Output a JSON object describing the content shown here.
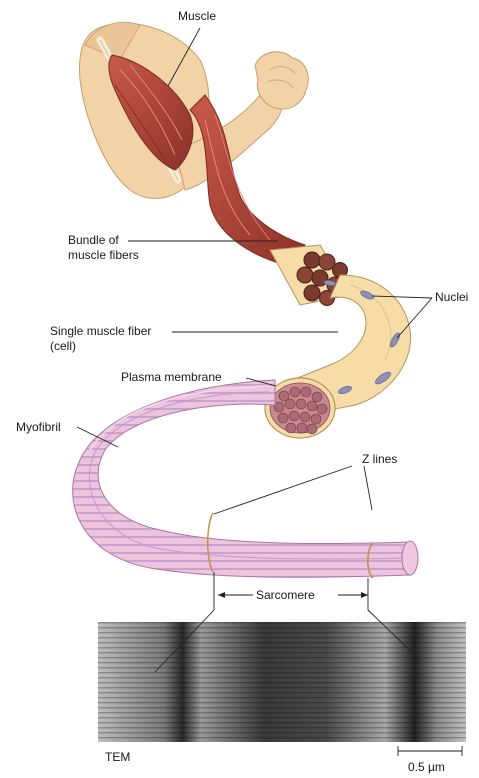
{
  "labels": {
    "muscle": "Muscle",
    "bundle_line1": "Bundle of",
    "bundle_line2": "muscle fibers",
    "fiber_line1": "Single muscle fiber",
    "fiber_line2": "(cell)",
    "nuclei": "Nuclei",
    "plasma_membrane": "Plasma membrane",
    "myofibril": "Myofibril",
    "z_lines": "Z lines",
    "sarcomere": "Sarcomere",
    "tem": "TEM",
    "scale_bar": "0.5 µm"
  },
  "colors": {
    "skin": "#f2d3a8",
    "muscle": "#b9473b",
    "muscle_dark": "#7e2a22",
    "fiber": "#f6dca7",
    "nucleus": "#8c8fb8",
    "myofibril_pink": "#e7b8d2",
    "myofibril_stripe": "#b58ac6",
    "leader": "#222222"
  }
}
